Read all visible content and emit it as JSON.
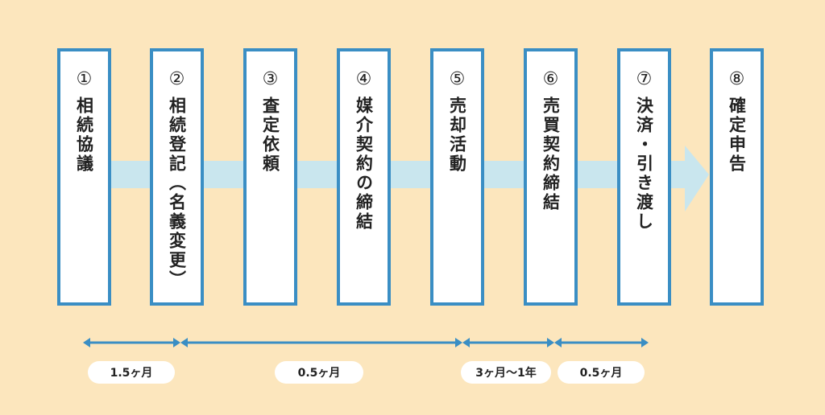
{
  "colors": {
    "background": "#fce6bd",
    "box_border": "#3a8ec4",
    "flow_arrow": "#c9e6ee",
    "duration_arrow": "#3a8ec4",
    "pill_background": "#ffffff"
  },
  "steps": [
    {
      "number": "①",
      "label": "相続協議"
    },
    {
      "number": "②",
      "label": "相続登記（名義変更）"
    },
    {
      "number": "③",
      "label": "査定依頼"
    },
    {
      "number": "④",
      "label": "媒介契約の締結"
    },
    {
      "number": "⑤",
      "label": "売却活動"
    },
    {
      "number": "⑥",
      "label": "売買契約締結"
    },
    {
      "number": "⑦",
      "label": "決済・引き渡し"
    },
    {
      "number": "⑧",
      "label": "確定申告"
    }
  ],
  "durations": [
    {
      "label": "1.5ヶ月"
    },
    {
      "label": "0.5ヶ月"
    },
    {
      "label": "3ヶ月〜1年"
    },
    {
      "label": "0.5ヶ月"
    }
  ]
}
